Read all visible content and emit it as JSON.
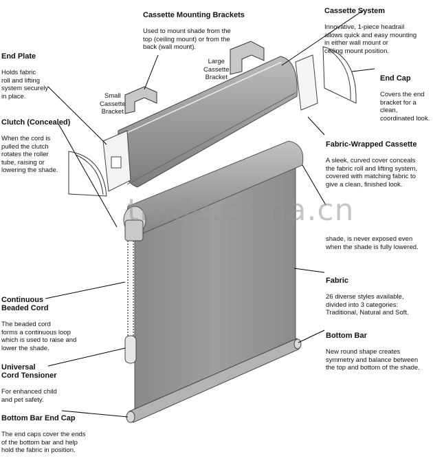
{
  "watermark": "trade.china.cn",
  "callouts": {
    "cassette_brackets": {
      "title": "Cassette Mounting Brackets",
      "desc": "Used to mount shade from the\ntop (ceiling mount) or from the\nback (wall mount)."
    },
    "cassette_system": {
      "title": "Cassette System",
      "desc": "Innovative, 1-piece headrail\nallows quick and easy mounting\nin either wall mount or\nceiling mount position."
    },
    "end_plate": {
      "title": "End Plate",
      "desc": "Holds fabric\nroll and lifting\nsystem securely\nin place."
    },
    "end_cap": {
      "title": "End Cap",
      "desc": "Covers the end\nbracket for a clean,\ncoordinated look."
    },
    "small_bracket": {
      "title": "Small\nCassette\nBracket"
    },
    "large_bracket": {
      "title": "Large\nCassette\nBracket"
    },
    "clutch": {
      "title": "Clutch (Concealed)",
      "desc": "When the cord is\npulled the clutch\nrotates the roller\ntube, raising or\nlowering the shade."
    },
    "fabric_cassette": {
      "title": "Fabric-Wrapped Cassette",
      "desc": "A sleek, curved cover conceals\nthe fabric roll and lifting system,\ncovered with matching fabric to\ngive a clean, finished look."
    },
    "roller_text": {
      "desc": "shade, is never exposed even\nwhen the shade is fully lowered."
    },
    "fabric": {
      "title": "Fabric",
      "desc": "26 diverse styles available,\ndivided into 3 categories:\nTraditional, Natural and Soft."
    },
    "beaded_cord": {
      "title": "Continuous\nBeaded Cord",
      "desc": "The beaded cord\nforms a continuous loop\nwhich is used to raise and\nlower the shade."
    },
    "bottom_bar": {
      "title": "Bottom Bar",
      "desc": "New round shape creates\nsymmetry and balance between\nthe top and bottom of the shade."
    },
    "tensioner": {
      "title": "Universal\nCord Tensioner",
      "desc": "For enhanced child\nand pet safety."
    },
    "bottom_cap": {
      "title": "Bottom Bar End Cap",
      "desc": "The end caps cover the ends\nof the bottom bar and help\nhold the fabric in position."
    }
  }
}
